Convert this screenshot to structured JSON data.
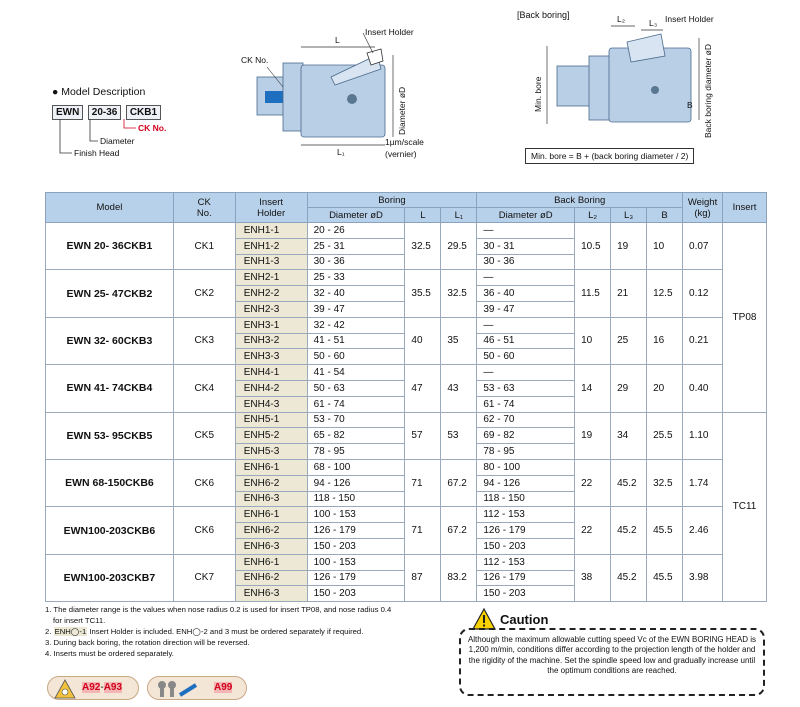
{
  "model_description": {
    "title": "Model Description",
    "parts": [
      "EWN",
      "20-36",
      "CKB1"
    ],
    "labels": {
      "ck_no": "CK No.",
      "diameter": "Diameter",
      "finish_head": "Finish Head"
    }
  },
  "drawing_left": {
    "labels": {
      "ck_no": "CK No.",
      "insert_holder": "Insert Holder",
      "L": "L",
      "L1": "L₁",
      "diameter": "Diameter øD",
      "scale": "1µm/scale",
      "vernier": "(vernier)"
    }
  },
  "drawing_right": {
    "title": "[Back boring]",
    "labels": {
      "L2": "L₂",
      "L3": "L₃",
      "insert_holder": "Insert Holder",
      "min_bore": "Min. bore",
      "back_dia": "Back boring diameter øD",
      "B": "B"
    },
    "formula": "Min. bore = B + (back boring diameter / 2)"
  },
  "table": {
    "headers": {
      "model": "Model",
      "ck": "CK\nNo.",
      "holder": "Insert\nHolder",
      "boring": "Boring",
      "back_boring": "Back Boring",
      "weight": "Weight\n(kg)",
      "insert": "Insert",
      "diameter": "Diameter øD",
      "L": "L",
      "L1": "L₁",
      "bb_diameter": "Diameter øD",
      "L2": "L₂",
      "L3": "L₃",
      "B": "B"
    },
    "groups": [
      {
        "model": "EWN  20-  36CKB1",
        "ck": "CK1",
        "L": "32.5",
        "L1": "29.5",
        "L2": "10.5",
        "L3": "19",
        "B": "10",
        "weight": "0.07",
        "rows": [
          [
            "ENH1-1",
            "20  -  26",
            "—"
          ],
          [
            "ENH1-2",
            "25  -  31",
            "30  -  31"
          ],
          [
            "ENH1-3",
            "30  -  36",
            "30  -  36"
          ]
        ]
      },
      {
        "model": "EWN  25-  47CKB2",
        "ck": "CK2",
        "L": "35.5",
        "L1": "32.5",
        "L2": "11.5",
        "L3": "21",
        "B": "12.5",
        "weight": "0.12",
        "rows": [
          [
            "ENH2-1",
            "25  -  33",
            "—"
          ],
          [
            "ENH2-2",
            "32  -  40",
            "36  -  40"
          ],
          [
            "ENH2-3",
            "39  -  47",
            "39  -  47"
          ]
        ]
      },
      {
        "model": "EWN  32-  60CKB3",
        "ck": "CK3",
        "L": "40",
        "L1": "35",
        "L2": "10",
        "L3": "25",
        "B": "16",
        "weight": "0.21",
        "rows": [
          [
            "ENH3-1",
            "32  -  42",
            "—"
          ],
          [
            "ENH3-2",
            "41  -  51",
            "46  -  51"
          ],
          [
            "ENH3-3",
            "50  -  60",
            "50  -  60"
          ]
        ]
      },
      {
        "model": "EWN  41-  74CKB4",
        "ck": "CK4",
        "L": "47",
        "L1": "43",
        "L2": "14",
        "L3": "29",
        "B": "20",
        "weight": "0.40",
        "rows": [
          [
            "ENH4-1",
            "41  -  54",
            "—"
          ],
          [
            "ENH4-2",
            "50  -  63",
            "53  -  63"
          ],
          [
            "ENH4-3",
            "61  -  74",
            "61  -  74"
          ]
        ]
      },
      {
        "model": "EWN  53-  95CKB5",
        "ck": "CK5",
        "L": "57",
        "L1": "53",
        "L2": "19",
        "L3": "34",
        "B": "25.5",
        "weight": "1.10",
        "rows": [
          [
            "ENH5-1",
            "53  -  70",
            "62  -  70"
          ],
          [
            "ENH5-2",
            "65  -  82",
            "69  -  82"
          ],
          [
            "ENH5-3",
            "78  -  95",
            "78  -  95"
          ]
        ]
      },
      {
        "model": "EWN  68-150CKB6",
        "ck": "CK6",
        "L": "71",
        "L1": "67.2",
        "L2": "22",
        "L3": "45.2",
        "B": "32.5",
        "weight": "1.74",
        "rows": [
          [
            "ENH6-1",
            "68 - 100",
            "80 - 100"
          ],
          [
            "ENH6-2",
            "94 - 126",
            "94 - 126"
          ],
          [
            "ENH6-3",
            "118 - 150",
            "118 - 150"
          ]
        ]
      },
      {
        "model": "EWN100-203CKB6",
        "ck": "CK6",
        "L": "71",
        "L1": "67.2",
        "L2": "22",
        "L3": "45.2",
        "B": "45.5",
        "weight": "2.46",
        "rows": [
          [
            "ENH6-1",
            "100 - 153",
            "112 - 153"
          ],
          [
            "ENH6-2",
            "126 - 179",
            "126 - 179"
          ],
          [
            "ENH6-3",
            "150 - 203",
            "150 - 203"
          ]
        ]
      },
      {
        "model": "EWN100-203CKB7",
        "ck": "CK7",
        "L": "87",
        "L1": "83.2",
        "L2": "38",
        "L3": "45.2",
        "B": "45.5",
        "weight": "3.98",
        "rows": [
          [
            "ENH6-1",
            "100 - 153",
            "112 - 153"
          ],
          [
            "ENH6-2",
            "126 - 179",
            "126 - 179"
          ],
          [
            "ENH6-3",
            "150 - 203",
            "150 - 203"
          ]
        ]
      }
    ],
    "insert_spans": [
      {
        "label": "TP08",
        "rows": 12
      },
      {
        "label": "TC11",
        "rows": 12
      }
    ]
  },
  "notes": {
    "n1a": "1. The diameter range is the values when nose radius 0.2 is used for insert TP08, and nose radius 0.4",
    "n1b": "for insert TC11.",
    "n2_hl": "ENH◯-1",
    "n2_rest": " Insert Holder is included. ENH◯-2 and 3 must be ordered separately if required.",
    "n3": "3. During back boring, the rotation direction will be reversed.",
    "n4": "4. Inserts must be ordered separately."
  },
  "refs": {
    "a": "A92",
    "sep": "-",
    "b": "A93",
    "c": "A99"
  },
  "caution": {
    "title": "Caution",
    "text": "Although the maximum allowable cutting speed Vc of the EWN BORING HEAD is 1,200 m/min, conditions differ according to the projection length of the holder and the rigidity of the machine. Set the spindle speed low and gradually increase until the optimum conditions are reached."
  },
  "colors": {
    "header_blue": "#b8d1ea",
    "holder_beige": "#ece8d5",
    "tool_blue": "#b9cfe6",
    "accent_red": "#d0021b"
  }
}
